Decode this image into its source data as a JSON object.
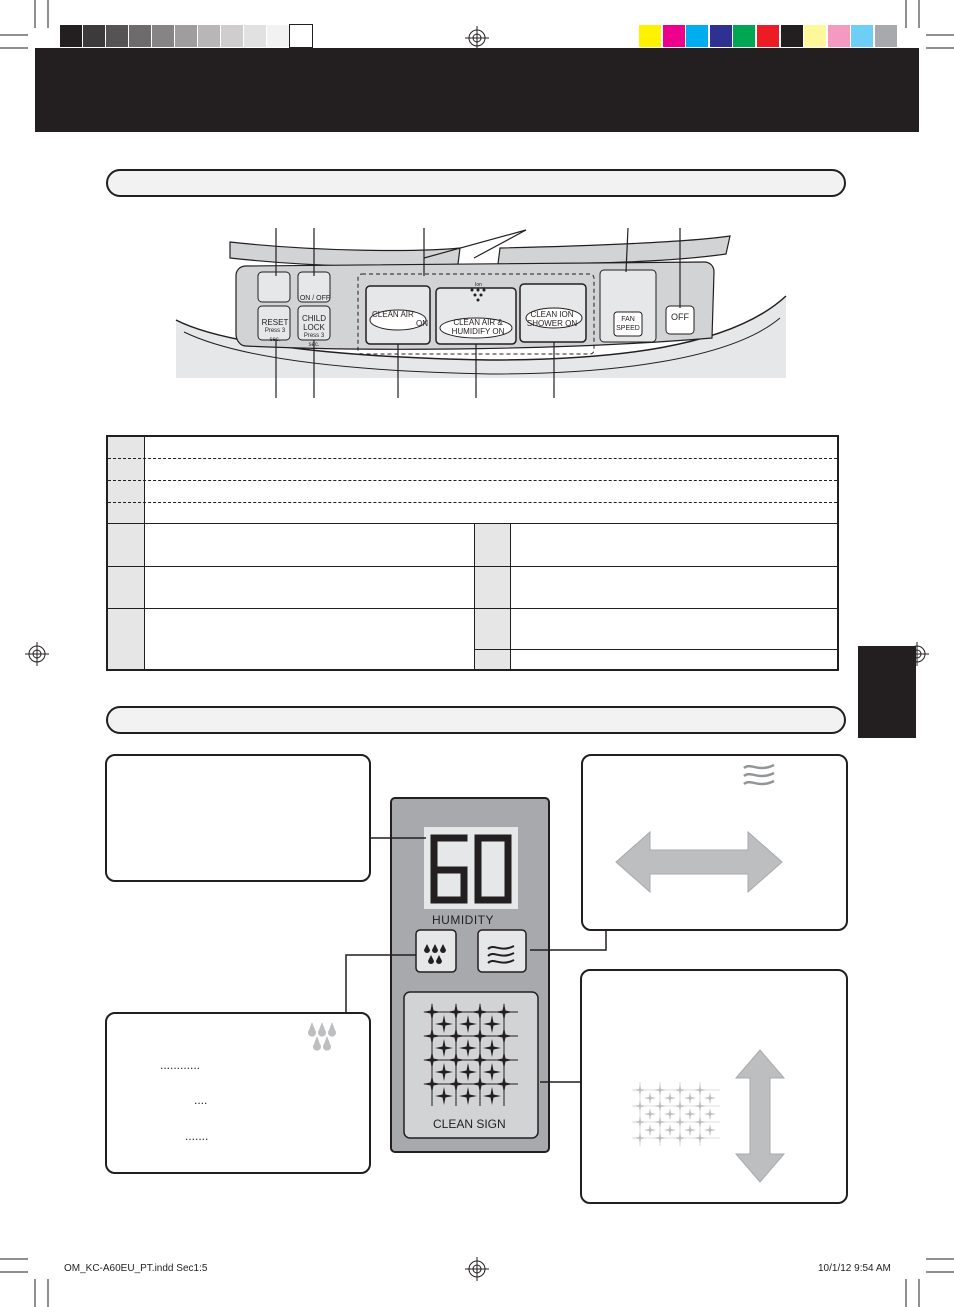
{
  "colors": {
    "grayscale_swatches": [
      "#231f20",
      "#3c3a3b",
      "#555354",
      "#6d6b6c",
      "#868485",
      "#9f9d9e",
      "#b8b6b7",
      "#cfcdce",
      "#e2e1e1",
      "#f2f2f2",
      "#ffffff"
    ],
    "color_swatches": [
      "#fff200",
      "#ec008c",
      "#00aeef",
      "#2e3192",
      "#00a651",
      "#ed1c24",
      "#231f20",
      "#fff799",
      "#f49ac1",
      "#6dcff6",
      "#a7a9ac"
    ],
    "dark": "#231f20",
    "light_gray": "#e6e6e6"
  },
  "control_panel": {
    "buttons": {
      "reset": "RESET",
      "reset_sub": "Press 3 sec.",
      "on_off": "ON / OFF",
      "child_lock_line1": "CHILD",
      "child_lock_line2": "LOCK",
      "child_lock_sub": "Press 3 sec.",
      "clean_air_line1": "CLEAN AIR",
      "clean_air_line2": "ON",
      "clean_air_humidify_line1": "CLEAN AIR &",
      "clean_air_humidify_line2": "HUMIDIFY ON",
      "clean_ion_line1": "CLEAN ION",
      "clean_ion_line2": "SHOWER ON",
      "fan_speed_line1": "FAN",
      "fan_speed_line2": "SPEED",
      "off": "OFF"
    },
    "ion_label": "Ion"
  },
  "display": {
    "humidity_value": "60",
    "humidity_label": "HUMIDITY",
    "clean_sign_label": "CLEAN SIGN"
  },
  "callout_dots": {
    "row1": "............",
    "row2": "....",
    "row3": "......."
  },
  "footer": {
    "file": "OM_KC-A60EU_PT.indd   Sec1:5",
    "datetime": "10/1/12   9:54 AM"
  }
}
